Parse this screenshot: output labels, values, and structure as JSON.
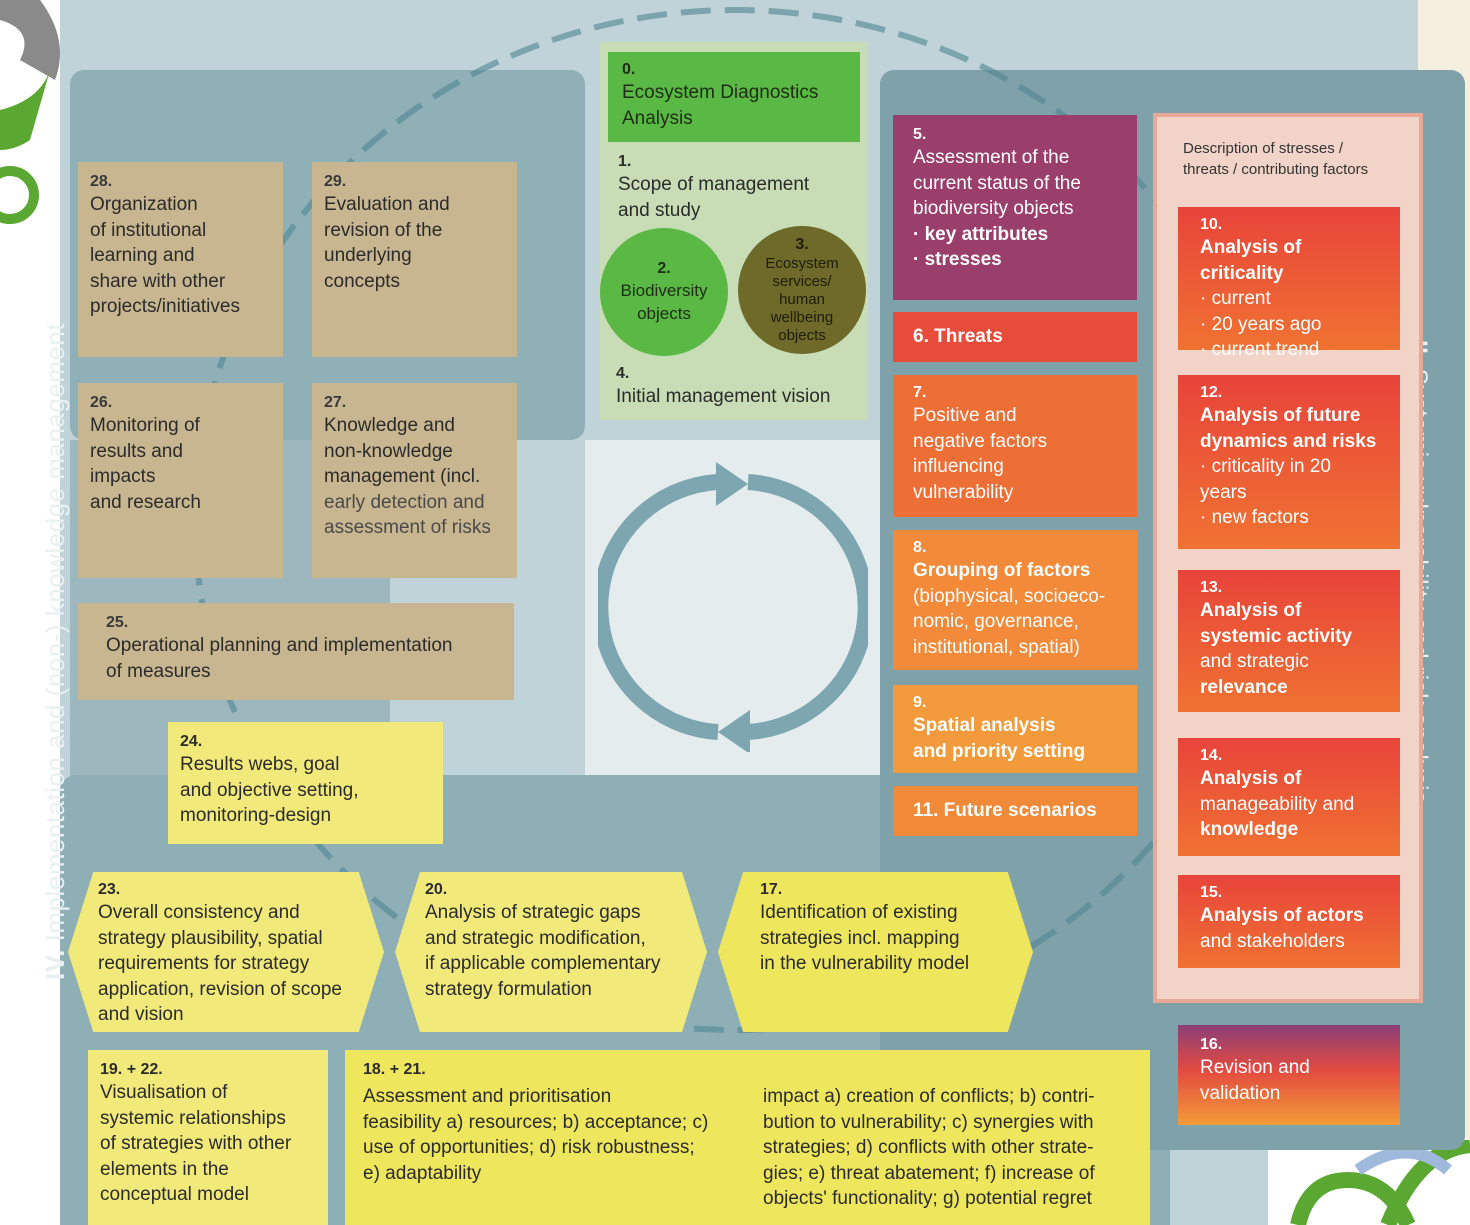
{
  "side_left_label_num": "IV.",
  "side_left_label": "Implementation and (non-) knowledge management",
  "side_right_label_num": "II.",
  "side_right_label": "Systemic vulnerability and risk analysis",
  "center": {
    "b0": {
      "num": "0.",
      "lines": [
        "Ecosystem Diagnostics",
        "Analysis"
      ]
    },
    "b1": {
      "num": "1.",
      "lines": [
        "Scope of management",
        "and study"
      ]
    },
    "b2": {
      "num": "2.",
      "lines": [
        "Biodiversity",
        "objects"
      ]
    },
    "b3": {
      "num": "3.",
      "lines": [
        "Ecosystem",
        "services/",
        "human",
        "wellbeing",
        "objects"
      ]
    },
    "b4": {
      "num": "4.",
      "text": "Initial management vision"
    }
  },
  "left": {
    "b28": {
      "num": "28.",
      "lines": [
        "Organization",
        "of institutional",
        "learning and",
        "share with other",
        "projects/initiatives"
      ]
    },
    "b29": {
      "num": "29.",
      "lines": [
        "Evaluation and",
        "revision of the",
        "underlying",
        "concepts"
      ]
    },
    "b26": {
      "num": "26.",
      "lines": [
        "Monitoring of",
        "results and",
        "impacts",
        "and research"
      ]
    },
    "b27": {
      "num": "27.",
      "lines": [
        "Knowledge and",
        "non-knowledge",
        "management (incl.",
        "early detection and",
        "assessment of risks"
      ]
    },
    "b25": {
      "num": "25.",
      "lines": [
        "Operational planning and implementation",
        "of measures"
      ]
    },
    "b24": {
      "num": "24.",
      "lines": [
        "Results webs, goal",
        "and objective setting,",
        "monitoring-design"
      ]
    }
  },
  "bottom": {
    "b23": {
      "num": "23.",
      "lines": [
        "Overall consistency and",
        "strategy plausibility, spatial",
        "requirements for strategy",
        "application, revision of scope",
        "and vision"
      ]
    },
    "b20": {
      "num": "20.",
      "lines": [
        "Analysis of strategic gaps",
        "and strategic modification,",
        "if applicable complementary",
        "strategy formulation"
      ]
    },
    "b17": {
      "num": "17.",
      "lines": [
        "Identification of existing",
        "strategies incl. mapping",
        "in the vulnerability model"
      ]
    },
    "b19": {
      "num": "19. + 22.",
      "lines": [
        "Visualisation of",
        "systemic relationships",
        "of strategies with other",
        "elements in the",
        "conceptual model"
      ]
    },
    "b18": {
      "num": "18. + 21.",
      "lines_a": [
        "Assessment and prioritisation",
        "feasibility a) resources; b) acceptance; c)",
        "use of opportunities; d) risk robustness;",
        "e) adaptability"
      ],
      "lines_b": [
        "impact a) creation of conflicts; b) contri-",
        "bution to vulnerability; c) synergies with",
        "strategies; d) conflicts with other strate-",
        "gies; e) threat abatement; f) increase of",
        "objects' functionality; g) potential regret"
      ]
    }
  },
  "right": {
    "b5": {
      "num": "5.",
      "lines": [
        "Assessment of the",
        "current status of the",
        "biodiversity objects",
        "· key attributes",
        "· stresses"
      ]
    },
    "b6": {
      "text": "6. Threats"
    },
    "b7": {
      "num": "7.",
      "lines": [
        "Positive and",
        "negative factors",
        "influencing",
        "vulnerability"
      ]
    },
    "b8": {
      "num": "8.",
      "lines": [
        "Grouping of factors",
        "(biophysical, socioeco-",
        "nomic, governance,",
        "institutional, spatial)"
      ]
    },
    "b9": {
      "num": "9.",
      "lines": [
        "Spatial analysis",
        "and priority setting"
      ]
    },
    "b11": {
      "text": "11. Future scenarios"
    },
    "desc": {
      "lines": [
        "Description of stresses /",
        "threats / contributing factors"
      ]
    },
    "b10": {
      "num": "10.",
      "lines": [
        "Analysis of criticality",
        "· current",
        "· 20 years ago",
        "· current trend"
      ]
    },
    "b12": {
      "num": "12.",
      "lines": [
        "Analysis of future",
        "dynamics and risks",
        "· criticality in 20",
        "  years",
        "· new factors"
      ]
    },
    "b13": {
      "num": "13.",
      "lines": [
        "Analysis of",
        "systemic activity",
        "and strategic",
        "relevance"
      ]
    },
    "b14": {
      "num": "14.",
      "lines": [
        "Analysis of",
        "manageability and",
        "knowledge"
      ]
    },
    "b15": {
      "num": "15.",
      "lines": [
        "Analysis of actors",
        "and stakeholders"
      ]
    },
    "b16": {
      "num": "16.",
      "lines": [
        "Revision and",
        "validation"
      ]
    }
  },
  "colors": {
    "tan": "#c7b690",
    "yellow": "#f1e97a",
    "green": "#5ab845",
    "purple": "#9a3f6c",
    "red": "#e8503a",
    "orange": "#f07b2e",
    "panel": "#7ea0a8"
  }
}
